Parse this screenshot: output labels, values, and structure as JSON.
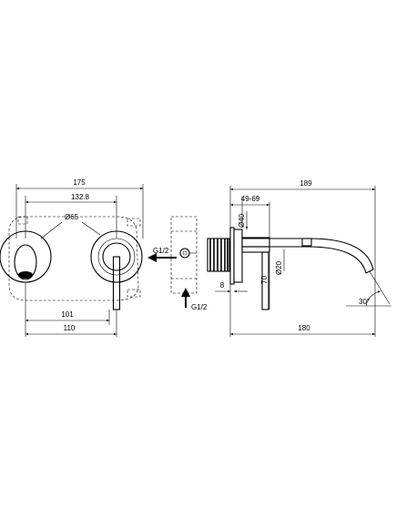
{
  "front_view": {
    "dim_overall_width": "175",
    "dim_centers": "132.8",
    "dim_diameter": "Ø65",
    "dim_101": "101",
    "dim_110": "110"
  },
  "side_view": {
    "dim_overall_length": "189",
    "dim_wall_range": "49-69",
    "dim_diameter_40": "Ø40",
    "dim_diameter_20": "Ø20",
    "dim_70": "70",
    "dim_8": "8",
    "dim_180": "180",
    "dim_angle": "30°",
    "inlet_top_label": "G1/2",
    "inlet_bottom_label": "G1/2"
  }
}
